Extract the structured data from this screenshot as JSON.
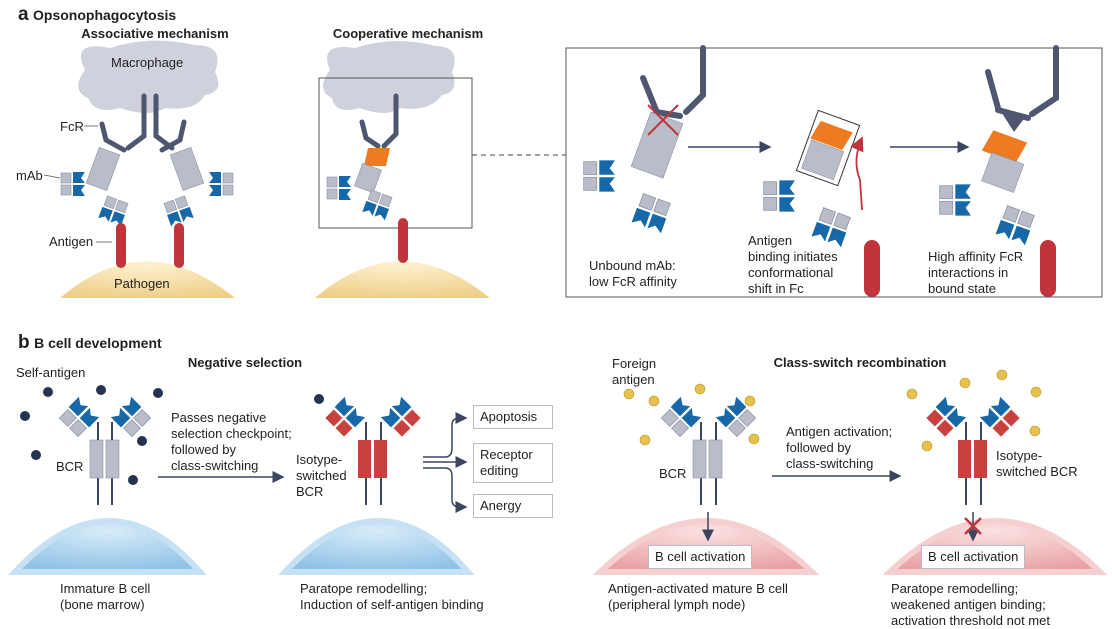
{
  "panel_a": {
    "letter": "a",
    "title": "Opsonophagocytosis",
    "associative": {
      "title": "Associative mechanism",
      "labels": {
        "macrophage": "Macrophage",
        "fcr": "FcR",
        "mab": "mAb",
        "antigen": "Antigen",
        "pathogen": "Pathogen"
      }
    },
    "cooperative": {
      "title": "Cooperative mechanism"
    },
    "inset": {
      "step1": "Unbound mAb:\nlow FcR affinity",
      "step2": "Antigen\nbinding initiates\nconformational\nshift in Fc",
      "step3": "High affinity FcR\ninteractions in\nbound state"
    }
  },
  "panel_b": {
    "letter": "b",
    "title": "B cell development",
    "negative_selection": {
      "title": "Negative selection",
      "self_antigen": "Self-antigen",
      "bcr": "BCR",
      "arrow_text": "Passes negative\nselection checkpoint;\nfollowed by\nclass-switching",
      "switched_bcr": "Isotype-\nswitched\nBCR",
      "outcomes": [
        "Apoptosis",
        "Receptor\nediting",
        "Anergy"
      ],
      "cell1_caption": "Immature B cell\n(bone marrow)",
      "cell2_caption": "Paratope remodelling;\nInduction of self-antigen binding"
    },
    "class_switch": {
      "title": "Class-switch recombination",
      "foreign_antigen": "Foreign\nantigen",
      "bcr": "BCR",
      "arrow_text": "Antigen activation;\nfollowed by\nclass-switching",
      "switched_bcr": "Isotype-\nswitched BCR",
      "activation_box": "B cell activation",
      "activation_box2": "B cell activation",
      "cell1_caption": "Antigen-activated mature B cell\n(peripheral lymph node)",
      "cell2_caption": "Paratope remodelling;\nweakened antigen binding;\nactivation threshold not met"
    }
  },
  "colors": {
    "heavy_chain": "#b8bdc9",
    "variable_blue": "#1668a8",
    "fc_orange": "#ee7a22",
    "receptor": "#4e5670",
    "antigen_red": "#c2343b",
    "switched_red": "#c9413f",
    "pathogen_yellow": "#f3d68f",
    "macrophage_gray": "#cfd2dc",
    "immature_cell_blue": "#a9d2ee",
    "mature_cell_pink": "#f2b4b6",
    "self_antigen": "#243352",
    "foreign_antigen": "#e6c24c"
  }
}
